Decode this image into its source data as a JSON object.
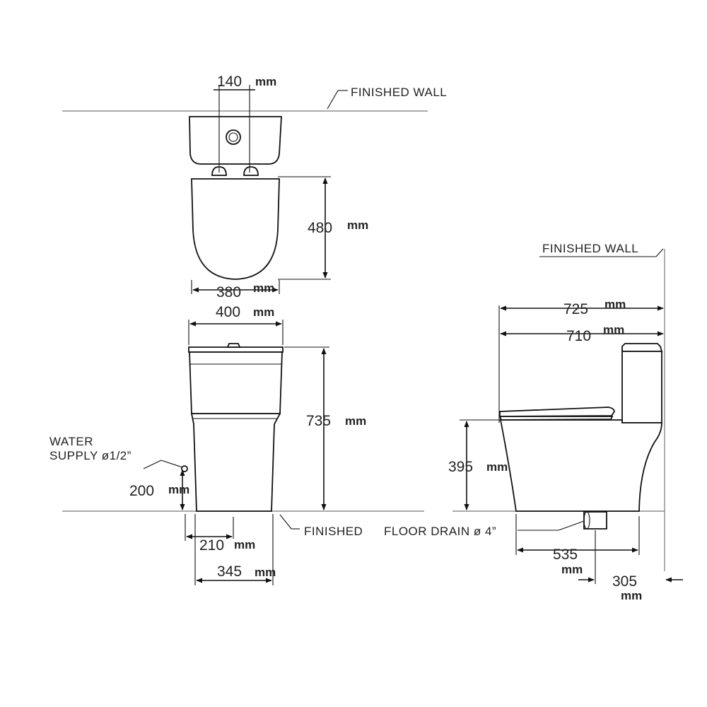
{
  "labels": {
    "finished_wall_top": "FINISHED  WALL",
    "finished_wall_side": "FINISHED  WALL",
    "finished_floor": "FINISHED",
    "floor_drain": "FLOOR DRAIN ø 4”",
    "water_supply_line1": "WATER",
    "water_supply_line2": "SUPPLY ø1/2”"
  },
  "dimensions": {
    "d140": {
      "value": "140",
      "unit": "mm"
    },
    "d480": {
      "value": "480",
      "unit": "mm"
    },
    "d380": {
      "value": "380",
      "unit": "mm"
    },
    "d400": {
      "value": "400",
      "unit": "mm"
    },
    "d735": {
      "value": "735",
      "unit": "mm"
    },
    "d200": {
      "value": "200",
      "unit": "mm"
    },
    "d210": {
      "value": "210",
      "unit": "mm"
    },
    "d345": {
      "value": "345",
      "unit": "mm"
    },
    "d725": {
      "value": "725",
      "unit": "mm"
    },
    "d710": {
      "value": "710",
      "unit": "mm"
    },
    "d395": {
      "value": "395",
      "unit": "mm"
    },
    "d535": {
      "value": "535",
      "unit": "mm"
    },
    "d305": {
      "value": "305",
      "unit": "mm"
    }
  }
}
